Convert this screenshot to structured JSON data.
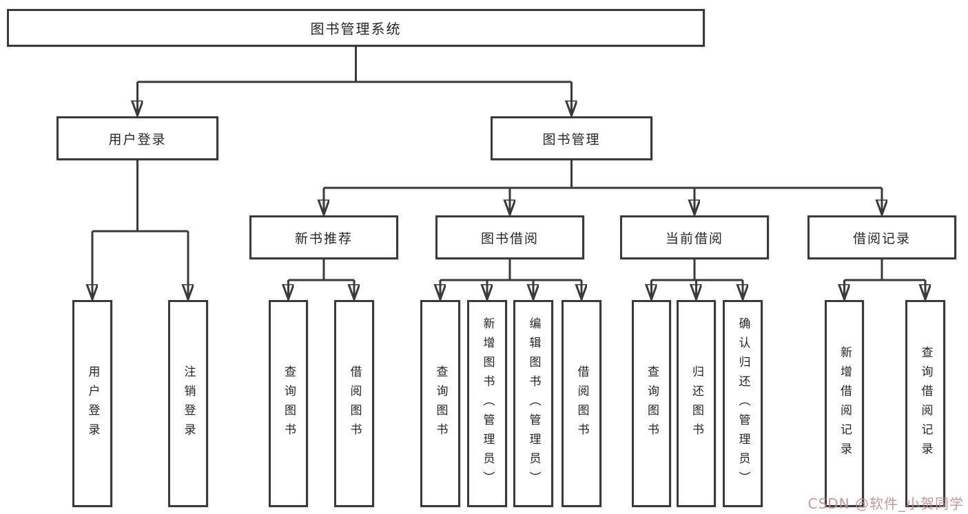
{
  "colors": {
    "line": "#3a3a3a",
    "box-border": "#3a3a3a",
    "text": "#262626",
    "watermark": "#c08c8c",
    "background": "#ffffff"
  },
  "watermark": {
    "text": "CSDN @软件_小贺同学"
  },
  "diagram": {
    "root": {
      "label": "图书管理系统"
    },
    "level1": [
      {
        "label": "用户登录"
      },
      {
        "label": "图书管理"
      }
    ],
    "level2": [
      {
        "label": "新书推荐"
      },
      {
        "label": "图书借阅"
      },
      {
        "label": "当前借阅"
      },
      {
        "label": "借阅记录"
      }
    ],
    "leaves": {
      "user_login": [
        {
          "label": "用户登录"
        },
        {
          "label": "注销登录"
        }
      ],
      "new_books": [
        {
          "label": "查询图书"
        },
        {
          "label": "借阅图书"
        }
      ],
      "book_borrow": [
        {
          "label": "查询图书"
        },
        {
          "label": "新增图书（管理员）"
        },
        {
          "label": "编辑图书（管理员）"
        },
        {
          "label": "借阅图书"
        }
      ],
      "current_borrow": [
        {
          "label": "查询图书"
        },
        {
          "label": "归还图书"
        },
        {
          "label": "确认归还（管理员）"
        }
      ],
      "borrow_records": [
        {
          "label": "新增借阅记录"
        },
        {
          "label": "查询借阅记录"
        }
      ]
    }
  }
}
